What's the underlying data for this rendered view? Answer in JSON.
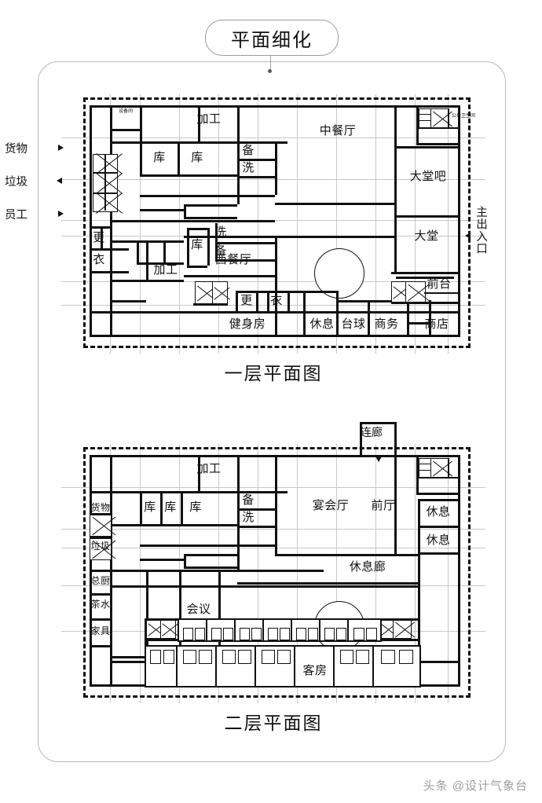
{
  "title": {
    "label": "平面细化"
  },
  "watermark": {
    "text": "头条 @设计气象台"
  },
  "floor1": {
    "caption": "一层平面图",
    "exterior": [
      {
        "text": "货物",
        "dir": "in"
      },
      {
        "text": "垃圾",
        "dir": "out"
      },
      {
        "text": "员工",
        "dir": "in"
      },
      {
        "text": "主出入口",
        "dir": "in"
      }
    ],
    "rooms": [
      {
        "label": "设备间",
        "size": "xs"
      },
      {
        "label": "加工",
        "size": "md"
      },
      {
        "label": "库",
        "size": "md"
      },
      {
        "label": "库",
        "size": "md"
      },
      {
        "label": "备",
        "size": "md"
      },
      {
        "label": "洗",
        "size": "md"
      },
      {
        "label": "中餐厅",
        "size": "md"
      },
      {
        "label": "公共卫生间",
        "size": "xs"
      },
      {
        "label": "大堂吧",
        "size": "md"
      },
      {
        "label": "大堂",
        "size": "md"
      },
      {
        "label": "西餐厅",
        "size": "md"
      },
      {
        "label": "库",
        "size": "md"
      },
      {
        "label": "洗",
        "size": "md"
      },
      {
        "label": "备",
        "size": "md"
      },
      {
        "label": "加工",
        "size": "md"
      },
      {
        "label": "更",
        "size": "md"
      },
      {
        "label": "衣",
        "size": "md"
      },
      {
        "label": "更",
        "size": "md"
      },
      {
        "label": "衣",
        "size": "md"
      },
      {
        "label": "健身房",
        "size": "md"
      },
      {
        "label": "休息",
        "size": "md"
      },
      {
        "label": "台球",
        "size": "md"
      },
      {
        "label": "商务",
        "size": "md"
      },
      {
        "label": "商店",
        "size": "md"
      },
      {
        "label": "前台",
        "size": "md"
      }
    ]
  },
  "floor2": {
    "caption": "二层平面图",
    "exterior": [
      {
        "text": "连廊",
        "dir": "down"
      }
    ],
    "rooms": [
      {
        "label": "加工",
        "size": "md"
      },
      {
        "label": "货物",
        "size": "md"
      },
      {
        "label": "库",
        "size": "md"
      },
      {
        "label": "库",
        "size": "md"
      },
      {
        "label": "库",
        "size": "md"
      },
      {
        "label": "备",
        "size": "md"
      },
      {
        "label": "洗",
        "size": "md"
      },
      {
        "label": "宴会厅",
        "size": "md"
      },
      {
        "label": "前厅",
        "size": "md"
      },
      {
        "label": "休息",
        "size": "md"
      },
      {
        "label": "休息",
        "size": "md"
      },
      {
        "label": "垃圾",
        "size": "md"
      },
      {
        "label": "休息廊",
        "size": "md"
      },
      {
        "label": "总厨",
        "size": "md"
      },
      {
        "label": "茶水",
        "size": "md"
      },
      {
        "label": "家具",
        "size": "md"
      },
      {
        "label": "会议",
        "size": "md"
      },
      {
        "label": "客房",
        "size": "md"
      }
    ]
  }
}
